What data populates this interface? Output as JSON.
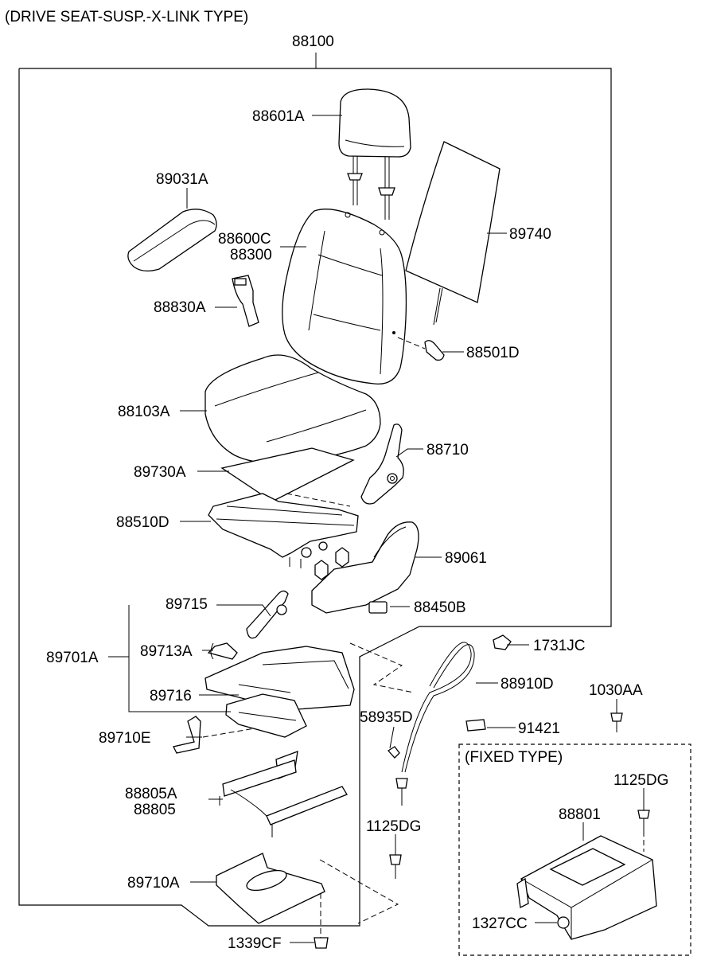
{
  "diagram": {
    "title": "(DRIVE SEAT-SUSP.-X-LINK TYPE)",
    "assembly_number": "88100",
    "fixed_type_title": "(FIXED TYPE)",
    "labels": {
      "p88601A": "88601A",
      "p89031A": "89031A",
      "p88600C": "88600C",
      "p88300": "88300",
      "p89740": "89740",
      "p88830A": "88830A",
      "p88501D": "88501D",
      "p88103A": "88103A",
      "p88710": "88710",
      "p89730A": "89730A",
      "p88510D": "88510D",
      "p89061": "89061",
      "p89715": "89715",
      "p88450B": "88450B",
      "p1731JC": "1731JC",
      "p89701A": "89701A",
      "p89713A": "89713A",
      "p88910D": "88910D",
      "p1030AA": "1030AA",
      "p89716": "89716",
      "p58935D": "58935D",
      "p89710E": "89710E",
      "p91421": "91421",
      "p1125DG_a": "1125DG",
      "p88805A": "88805A",
      "p88805": "88805",
      "p88801": "88801",
      "p1125DG_b": "1125DG",
      "p89710A": "89710A",
      "p1327CC": "1327CC",
      "p1339CF": "1339CF"
    }
  }
}
